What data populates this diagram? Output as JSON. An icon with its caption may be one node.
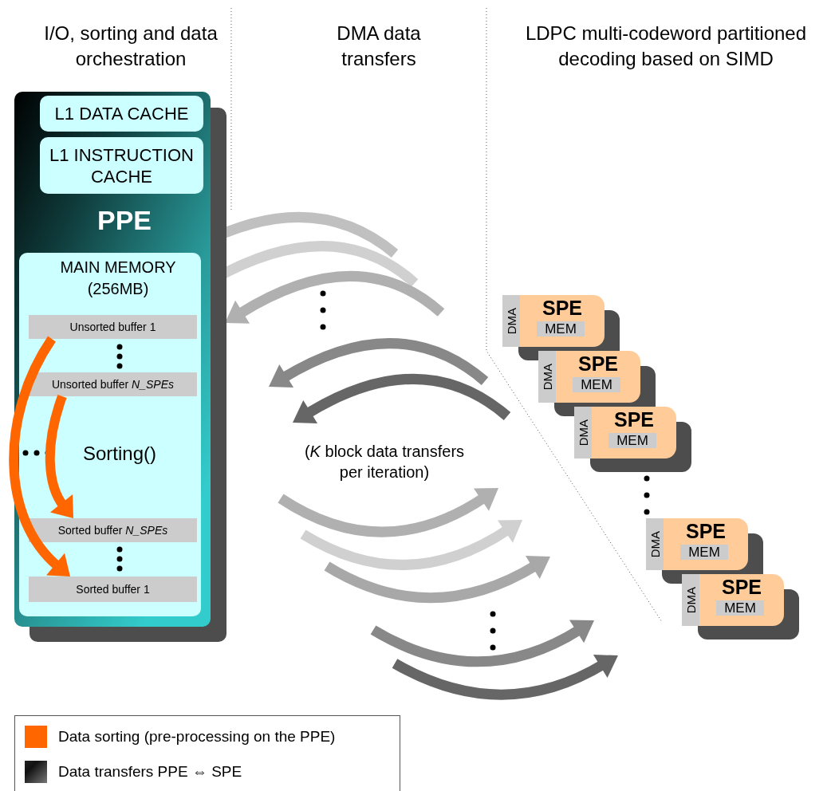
{
  "diagram": {
    "nodes": [
      {
        "text": [
          "PPE"
        ]
      },
      {
        "text": [
          "L1 DATA CACHE"
        ],
        "in": 0
      },
      {
        "text": [
          "L1 INSTRUCTION CACHE"
        ],
        "in": 0
      },
      {
        "text": [
          "MAIN MEMORY (256MB)",
          "Sorting()"
        ],
        "in": 0
      },
      {
        "text": [
          "Unsorted buffer 1"
        ],
        "in": 3
      },
      {
        "text": [
          "Unsorted buffer *N_SPEs*"
        ],
        "in": 3
      },
      {
        "text": [
          "Sorted buffer *N_SPEs*"
        ],
        "in": 3
      },
      {
        "text": [
          "Sorted buffer 1"
        ],
        "in": 3
      },
      {
        "text": [
          "SPE"
        ]
      },
      {
        "text": [
          "DMA"
        ],
        "in": 8
      },
      {
        "text": [
          "MEM"
        ],
        "in": 8
      },
      {
        "text": [
          "SPE"
        ]
      },
      {
        "text": [
          "DMA"
        ],
        "in": 11
      },
      {
        "text": [
          "MEM"
        ],
        "in": 11
      },
      {
        "text": [
          "SPE"
        ]
      },
      {
        "text": [
          "DMA"
        ],
        "in": 14
      },
      {
        "text": [
          "MEM"
        ],
        "in": 14
      },
      {
        "text": [
          "SPE"
        ]
      },
      {
        "text": [
          "DMA"
        ],
        "in": 17
      },
      {
        "text": [
          "MEM"
        ],
        "in": 17
      },
      {
        "text": [
          "SPE"
        ]
      },
      {
        "text": [
          "DMA"
        ],
        "in": 20
      },
      {
        "text": [
          "MEM"
        ],
        "in": 20
      }
    ],
    "edges": [
      {
        "from": 4,
        "to": 7,
        "arrow": "to",
        "color": "#ff6600"
      },
      {
        "from": 5,
        "to": 6,
        "arrow": "to",
        "color": "#ff6600"
      }
    ],
    "labels": [
      "I/O, sorting and data orchestration",
      "DMA data transfers",
      "LDPC multi-codeword partitioned decoding based on SIMD",
      "(*K* block data transfers per iteration)"
    ],
    "legend": [
      {
        "text": "Data sorting (pre-processing on the PPE)",
        "color": "#ff6600"
      },
      {
        "text": "Data transfers PPE ⇔ SPE"
      }
    ]
  }
}
